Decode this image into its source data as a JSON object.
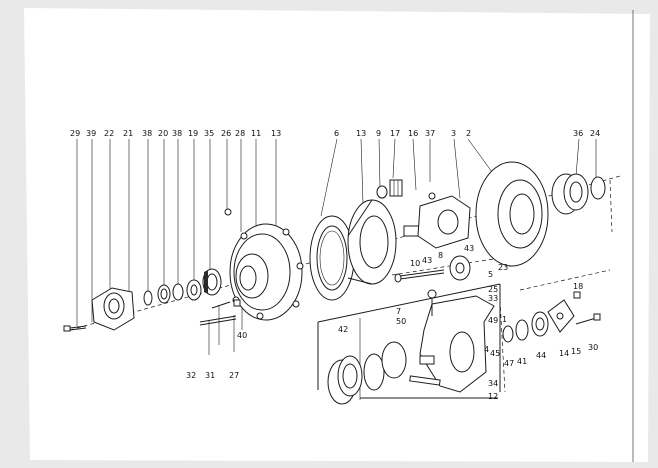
{
  "diagram": {
    "callouts_top": [
      "29",
      "39",
      "22",
      "21",
      "38",
      "20",
      "38",
      "19",
      "35",
      "26",
      "28",
      "11",
      "13",
      "6",
      "13",
      "9",
      "17",
      "16",
      "37",
      "3",
      "2",
      "36",
      "24"
    ],
    "callouts_lower_left": [
      "32",
      "31",
      "27",
      "40"
    ],
    "callouts_center": [
      "10",
      "43",
      "8",
      "43",
      "23",
      "5",
      "7",
      "25",
      "33",
      "50",
      "49",
      "1",
      "45",
      "4",
      "34",
      "12",
      "42"
    ],
    "callouts_right": [
      "18",
      "47",
      "41",
      "44",
      "14",
      "15",
      "30"
    ]
  },
  "colors": {
    "ink": "#1c1c1c",
    "paper": "#ffffff",
    "background": "#e9e9ea"
  }
}
